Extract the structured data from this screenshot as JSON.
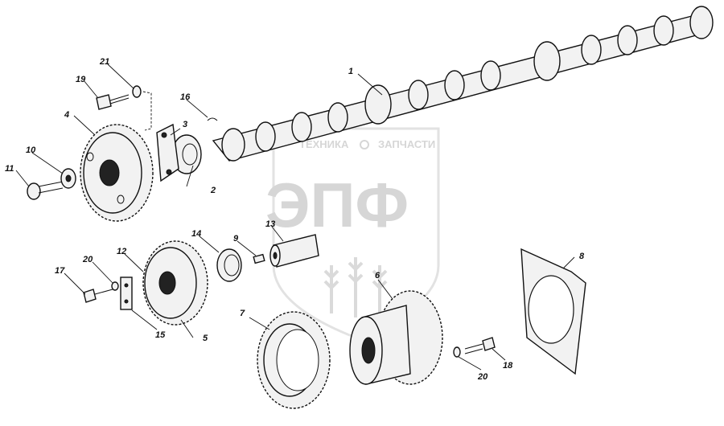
{
  "watermark": {
    "top_text": "ТЕХНИКА",
    "top_text_right": "ЗАПЧАСТИ",
    "big_text": "ЭПФ"
  },
  "callouts": [
    "1",
    "2",
    "3",
    "4",
    "5",
    "6",
    "7",
    "8",
    "9",
    "10",
    "11",
    "12",
    "13",
    "14",
    "15",
    "16",
    "17",
    "18",
    "19",
    "20",
    "20",
    "21"
  ],
  "colors": {
    "ink": "#111111",
    "watermark": "#d6d6d6"
  }
}
